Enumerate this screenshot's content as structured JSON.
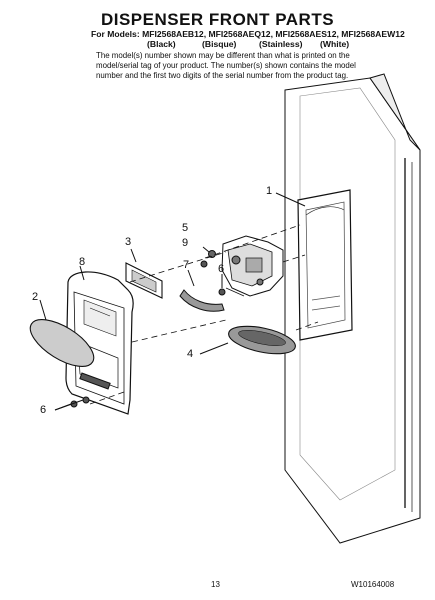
{
  "header": {
    "title": "DISPENSER FRONT PARTS",
    "models_line": "For Models: MFI2568AEB12, MFI2568AEQ12, MFI2568AES12, MFI2568AEW12",
    "colors": [
      "(Black)",
      "(Bisque)",
      "(Stainless)",
      "(White)"
    ]
  },
  "note": "The model(s) number shown may be different than what is printed on the model/serial tag of your product. The number(s) shown contains the model number and the first two digits of the serial number from the product tag.",
  "callouts": [
    "1",
    "2",
    "3",
    "4",
    "5",
    "6",
    "6",
    "7",
    "8",
    "9"
  ],
  "footer": {
    "page_number": "13",
    "document_number": "W10164008"
  }
}
